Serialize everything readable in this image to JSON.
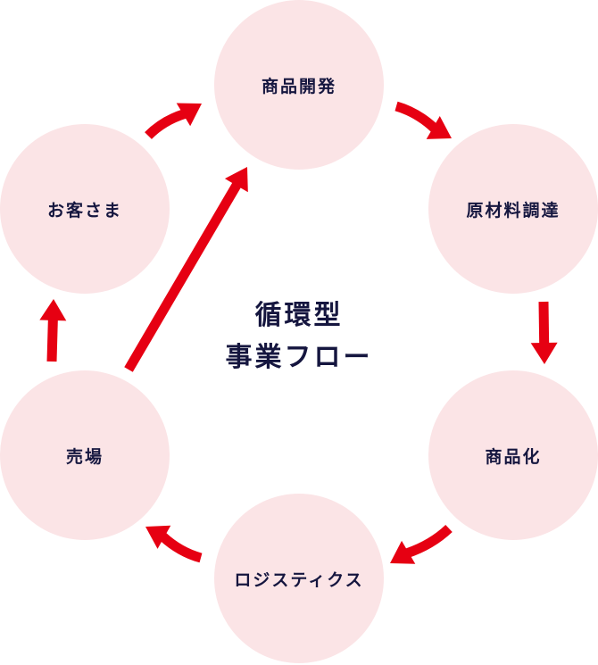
{
  "colors": {
    "node_fill": "#fbe4e6",
    "text": "#15163f",
    "arrow": "#e60012",
    "background": "#ffffff"
  },
  "title": {
    "line1": "循環型",
    "line2": "事業フロー"
  },
  "nodes": [
    {
      "id": "product-development",
      "label": "商品開発"
    },
    {
      "id": "raw-material-procurement",
      "label": "原材料調達"
    },
    {
      "id": "commercialization",
      "label": "商品化"
    },
    {
      "id": "logistics",
      "label": "ロジスティクス"
    },
    {
      "id": "sales-floor",
      "label": "売場"
    },
    {
      "id": "customers",
      "label": "お客さま"
    }
  ],
  "edges": [
    {
      "from": "product-development",
      "to": "raw-material-procurement"
    },
    {
      "from": "raw-material-procurement",
      "to": "commercialization"
    },
    {
      "from": "commercialization",
      "to": "logistics"
    },
    {
      "from": "logistics",
      "to": "sales-floor"
    },
    {
      "from": "sales-floor",
      "to": "customers"
    },
    {
      "from": "customers",
      "to": "product-development"
    },
    {
      "from": "sales-floor",
      "to": "product-development"
    }
  ]
}
